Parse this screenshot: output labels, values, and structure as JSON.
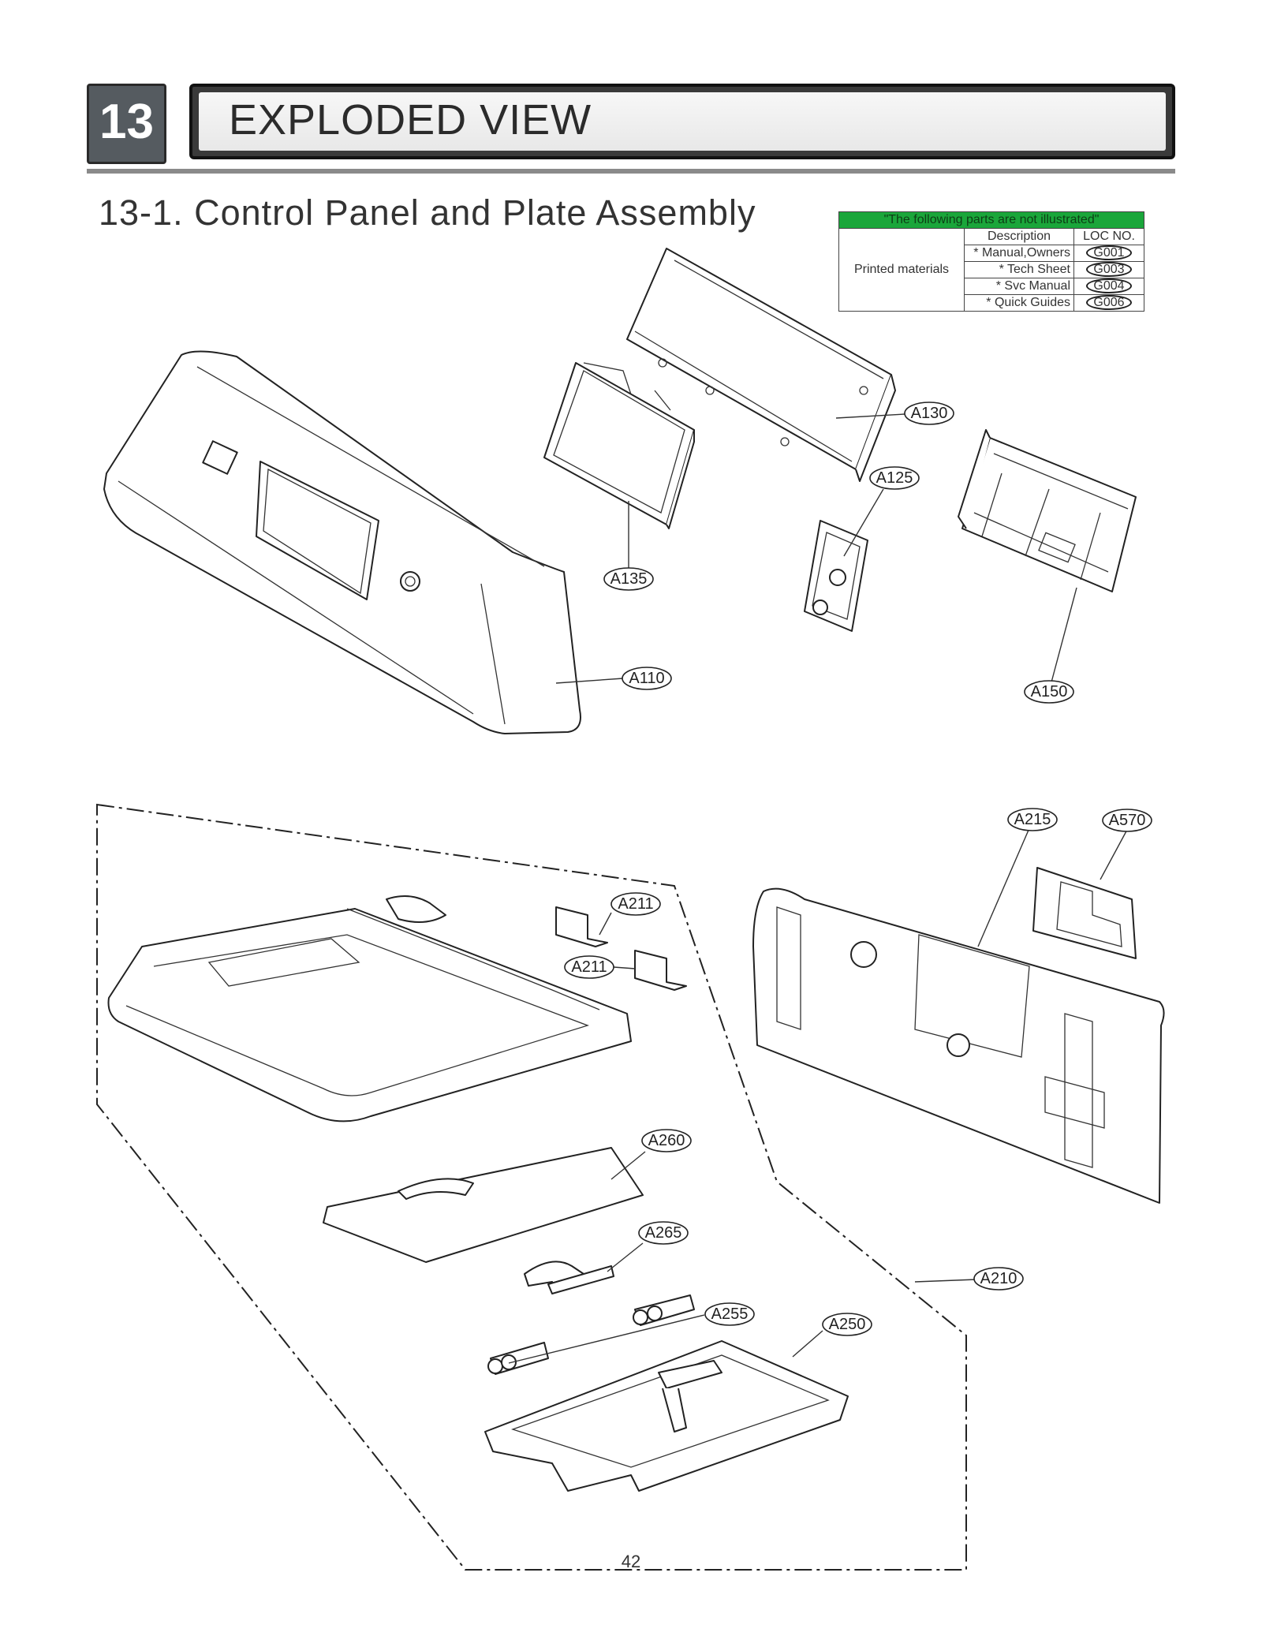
{
  "section": {
    "number": "13",
    "title": "EXPLODED VIEW"
  },
  "subtitle": "13-1. Control Panel and Plate Assembly",
  "not_illustrated": {
    "banner": "\"The following parts are not illustrated\"",
    "header_description": "Description",
    "header_loc": "LOC NO.",
    "category": "Printed materials",
    "rows": [
      {
        "description": "* Manual,Owners",
        "loc": "G001"
      },
      {
        "description": "* Tech Sheet",
        "loc": "G003"
      },
      {
        "description": "* Svc Manual",
        "loc": "G004"
      },
      {
        "description": "* Quick Guides",
        "loc": "G006"
      }
    ]
  },
  "callouts": {
    "a130": "A130",
    "a125": "A125",
    "a135": "A135",
    "a110": "A110",
    "a150": "A150",
    "a215": "A215",
    "a570": "A570",
    "a211_top": "A211",
    "a211_bottom": "A211",
    "a260": "A260",
    "a265": "A265",
    "a255": "A255",
    "a250": "A250",
    "a210": "A210"
  },
  "page_number": "42"
}
